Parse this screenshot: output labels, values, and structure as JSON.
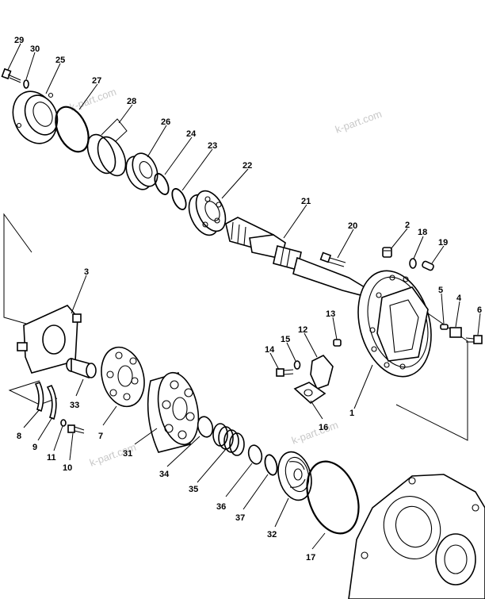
{
  "watermarks": [
    "k-part.com",
    "k-part.com",
    "k-part.com",
    "k-part.com"
  ],
  "labels": {
    "p1": "1",
    "p2": "2",
    "p3": "3",
    "p4": "4",
    "p5": "5",
    "p6": "6",
    "p7": "7",
    "p8": "8",
    "p9": "9",
    "p10": "10",
    "p11": "11",
    "p12": "12",
    "p13": "13",
    "p14": "14",
    "p15": "15",
    "p16": "16",
    "p17": "17",
    "p18": "18",
    "p19": "19",
    "p20": "20",
    "p21": "21",
    "p22": "22",
    "p23": "23",
    "p24": "24",
    "p25": "25",
    "p26": "26",
    "p27": "27",
    "p28": "28",
    "p29": "29",
    "p30": "30",
    "p31": "31",
    "p32": "32",
    "p33": "33",
    "p34": "34",
    "p35": "35",
    "p36": "36",
    "p37": "37"
  }
}
